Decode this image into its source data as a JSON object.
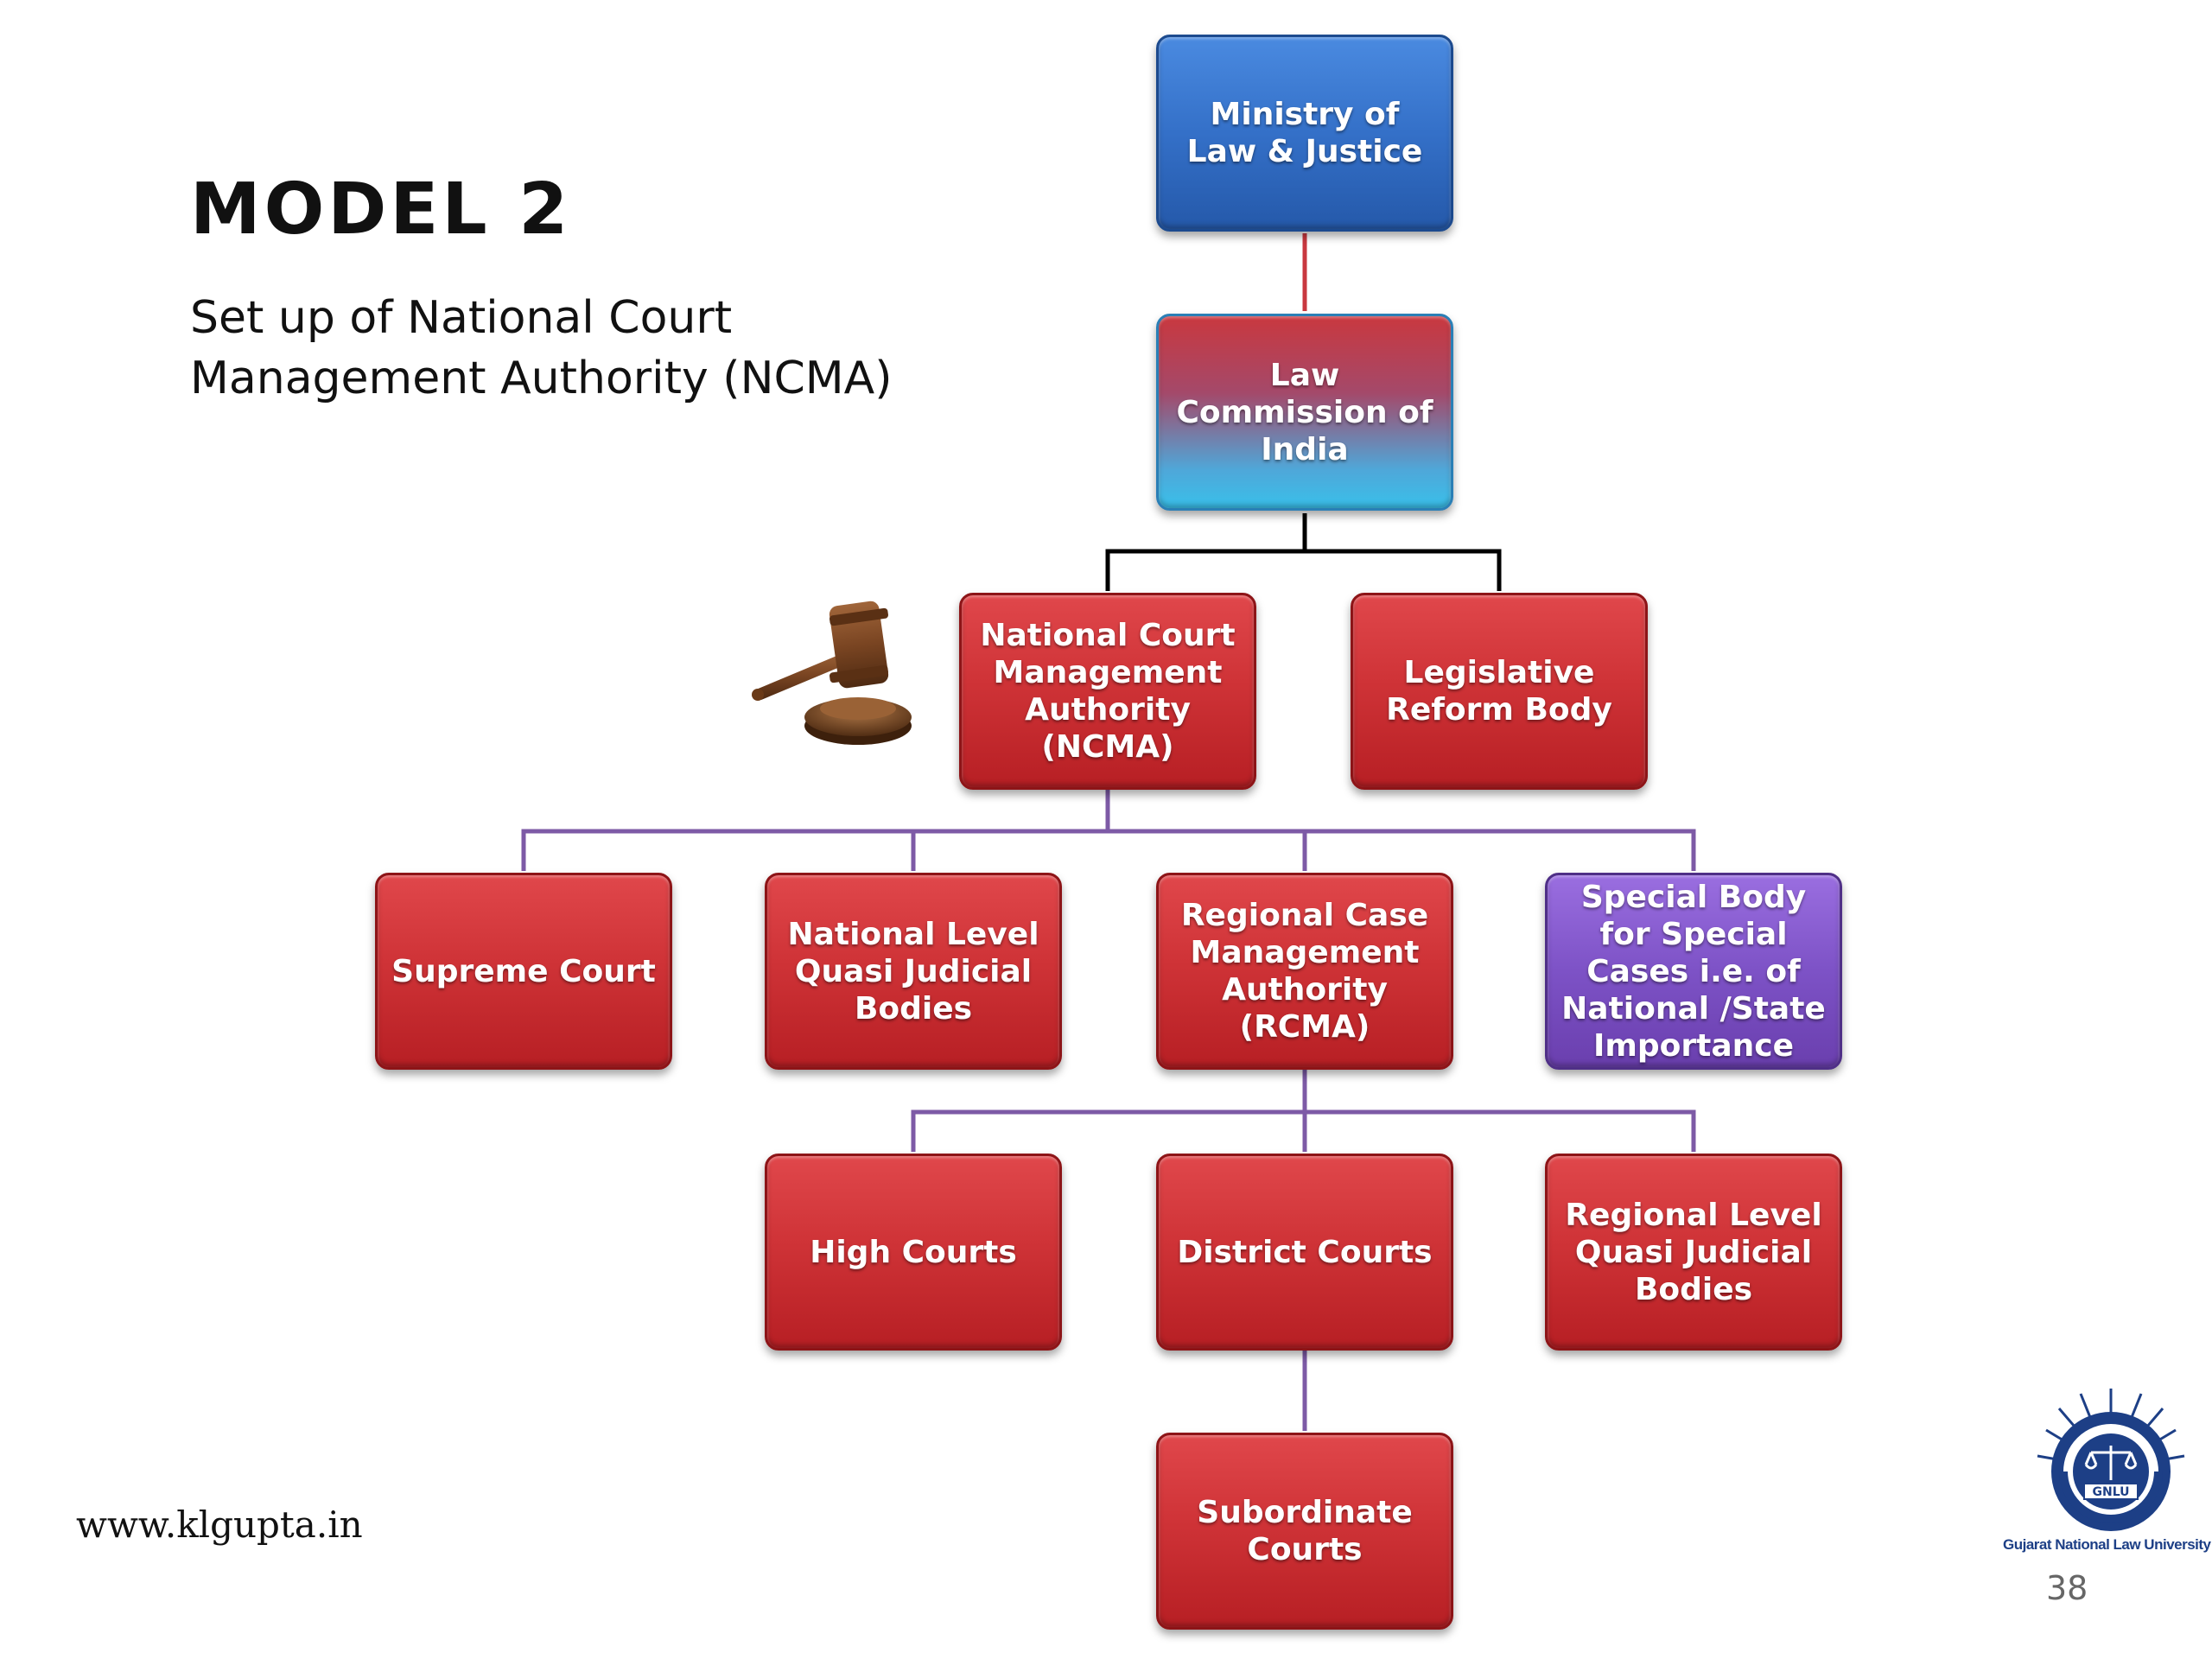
{
  "slide": {
    "title": "MODEL 2",
    "subtitle": "Set up of National Court Management Authority (NCMA)",
    "website": "www.klgupta.in",
    "page_number": "38"
  },
  "org_chart": {
    "ministry": "Ministry of Law & Justice",
    "law_commission": "Law Commission of India",
    "ncma": "National Court Management Authority (NCMA)",
    "legislative_reform": "Legislative Reform Body",
    "supreme_court": "Supreme Court",
    "national_quasi": "National Level Quasi Judicial Bodies",
    "rcma": "Regional Case Management Authority (RCMA)",
    "special_body": "Special Body for Special Cases i.e. of National /State Importance",
    "high_courts": "High Courts",
    "district_courts": "District Courts",
    "regional_quasi": "Regional Level Quasi Judicial Bodies",
    "subordinate_courts": "Subordinate Courts"
  },
  "logo": {
    "caption": "Gujarat National Law University",
    "badge": "GNLU"
  },
  "colors": {
    "red_box": "#cf3337",
    "blue_box": "#3470c8",
    "purple_box": "#7d52c6",
    "connector_red": "#c9383f",
    "connector_black": "#000000",
    "connector_purple": "#7d5aa6"
  }
}
